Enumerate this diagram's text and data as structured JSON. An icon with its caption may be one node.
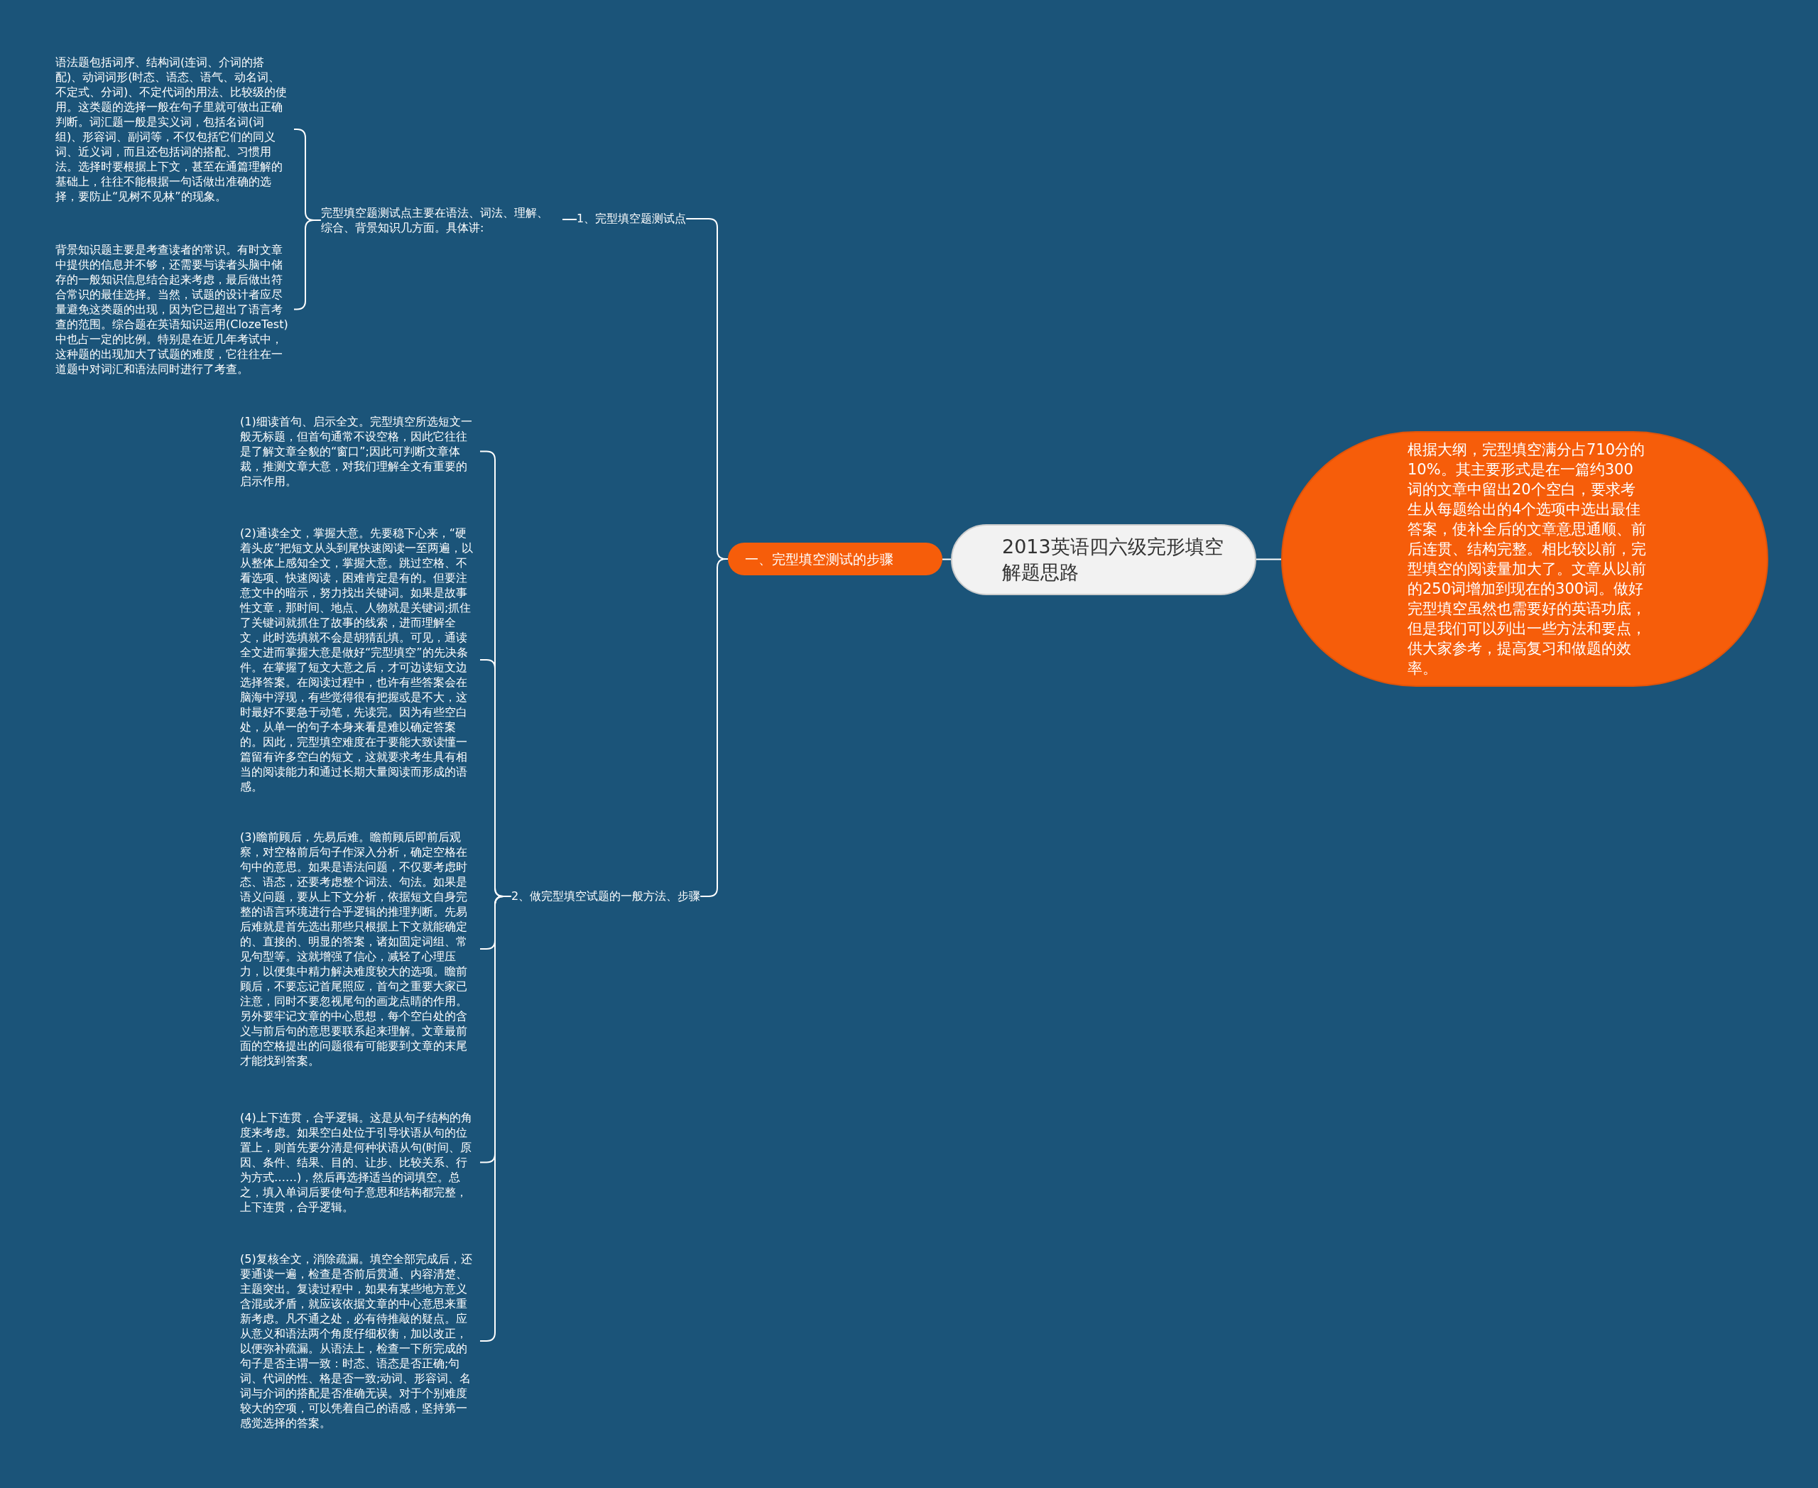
{
  "diagram": {
    "nodes": [
      {
        "text": [
          "2013英语四六级完形填空解题思路"
        ]
      },
      {
        "text": [
          "根据大纲，完型填空满分占710分的10%。其主要形式是在一篇约300词的文章中留出20个空白，要求考生从每题给出的4个选项中选出最佳答案，使补全后的文章意思通顺、前后连贯、结构完整。相比较以前，完型填空的阅读量加大了。文章从以前的250词增加到现在的300词。做好完型填空虽然也需要好的英语功底，但是我们可以列出一些方法和要点，供大家参考，提高复习和做题的效率。"
        ]
      },
      {
        "text": [
          "一、完型填空测试的步骤"
        ]
      },
      {
        "text": [
          "1、完型填空题测试点"
        ]
      },
      {
        "text": [
          "完型填空题测试点主要在语法、词法、理解、综合、背景知识几方面。具体讲:"
        ]
      },
      {
        "text": [
          "语法题包括词序、结构词(连词、介词的搭配)、动词词形(时态、语态、语气、动名词、不定式、分词)、不定代词的用法、比较级的使用。这类题的选择一般在句子里就可做出正确判断。词汇题一般是实义词，包括名词(词组)、形容词、副词等，不仅包括它们的同义词、近义词，而且还包括词的搭配、习惯用法。选择时要根据上下文，甚至在通篇理解的基础上，往往不能根据一句话做出准确的选择，要防止“见树不见林”的现象。"
        ]
      },
      {
        "text": [
          "背景知识题主要是考查读者的常识。有时文章中提供的信息并不够，还需要与读者头脑中储存的一般知识信息结合起来考虑，最后做出符合常识的最佳选择。当然，试题的设计者应尽量避免这类题的出现，因为它已超出了语言考查的范围。综合题在英语知识运用(ClozeTest)中也占一定的比例。特别是在近几年考试中，这种题的出现加大了试题的难度，它往往在一道题中对词汇和语法同时进行了考查。"
        ]
      },
      {
        "text": [
          "2、做完型填空试题的一般方法、步骤"
        ]
      },
      {
        "text": [
          "(1)细读首句、启示全文。完型填空所选短文一般无标题，但首句通常不设空格，因此它往往是了解文章全貌的“窗口”;因此可判断文章体裁，推测文章大意，对我们理解全文有重要的启示作用。"
        ]
      },
      {
        "text": [
          "(2)通读全文，掌握大意。先要稳下心来，“硬着头皮”把短文从头到尾快速阅读一至两遍，以从整体上感知全文，掌握大意。跳过空格、不看选项、快速阅读，困难肯定是有的。但要注意文中的暗示，努力找出关键词。如果是故事性文章，那时间、地点、人物就是关键词;抓住了关键词就抓住了故事的线索，进而理解全文，此时选填就不会是胡猜乱填。可见，通读全文进而掌握大意是做好“完型填空”的先决条件。在掌握了短文大意之后，才可边读短文边选择答案。在阅读过程中，也许有些答案会在脑海中浮现，有些觉得很有把握或是不大，这时最好不要急于动笔，先读完。因为有些空白处，从单一的句子本身来看是难以确定答案的。因此，完型填空难度在于要能大致读懂一篇留有许多空白的短文，这就要求考生具有相当的阅读能力和通过长期大量阅读而形成的语感。"
        ]
      },
      {
        "text": [
          "(3)瞻前顾后，先易后难。瞻前顾后即前后观察，对空格前后句子作深入分析，确定空格在句中的意思。如果是语法问题，不仅要考虑时态、语态，还要考虑整个词法、句法。如果是语义问题，要从上下文分析，依据短文自身完整的语言环境进行合乎逻辑的推理判断。先易后难就是首先选出那些只根据上下文就能确定的、直接的、明显的答案，诸如固定词组、常见句型等。这就增强了信心，减轻了心理压力，以便集中精力解决难度较大的选项。瞻前顾后，不要忘记首尾照应，首句之重要大家已注意，同时不要忽视尾句的画龙点睛的作用。另外要牢记文章的中心思想，每个空白处的含义与前后句的意思要联系起来理解。文章最前面的空格提出的问题很有可能要到文章的末尾才能找到答案。"
        ]
      },
      {
        "text": [
          "(4)上下连贯，合乎逻辑。这是从句子结构的角度来考虑。如果空白处位于引导状语从句的位置上，则首先要分清是何种状语从句(时间、原因、条件、结果、目的、让步、比较关系、行为方式……)，然后再选择适当的词填空。总之，填入单词后要使句子意思和结构都完整，上下连贯，合乎逻辑。"
        ]
      },
      {
        "text": [
          "(5)复核全文，消除疏漏。填空全部完成后，还要通读一遍，检查是否前后贯通、内容清楚、主题突出。复读过程中，如果有某些地方意义含混或矛盾，就应该依据文章的中心意思来重新考虑。凡不通之处，必有待推敲的疑点。应从意义和语法两个角度仔细权衡，加以改正，以便弥补疏漏。从语法上，检查一下所完成的句子是否主谓一致：时态、语态是否正确;句词、代词的性、格是否一致;动词、形容词、名词与介词的搭配是否准确无误。对于个别难度较大的空项，可以凭着自己的语感，坚持第一感觉选择的答案。"
        ]
      }
    ],
    "edges": [
      {
        "from": 0,
        "to": 1,
        "arrow": "none"
      },
      {
        "from": 0,
        "to": 2,
        "arrow": "none"
      },
      {
        "from": 2,
        "to": 3,
        "arrow": "none"
      },
      {
        "from": 2,
        "to": 7,
        "arrow": "none"
      },
      {
        "from": 3,
        "to": 4,
        "arrow": "none"
      },
      {
        "from": 4,
        "to": 5,
        "arrow": "none"
      },
      {
        "from": 4,
        "to": 6,
        "arrow": "none"
      },
      {
        "from": 7,
        "to": 8,
        "arrow": "none"
      },
      {
        "from": 7,
        "to": 9,
        "arrow": "none"
      },
      {
        "from": 7,
        "to": 10,
        "arrow": "none"
      },
      {
        "from": 7,
        "to": 11,
        "arrow": "none"
      },
      {
        "from": 7,
        "to": 12,
        "arrow": "none"
      }
    ]
  }
}
